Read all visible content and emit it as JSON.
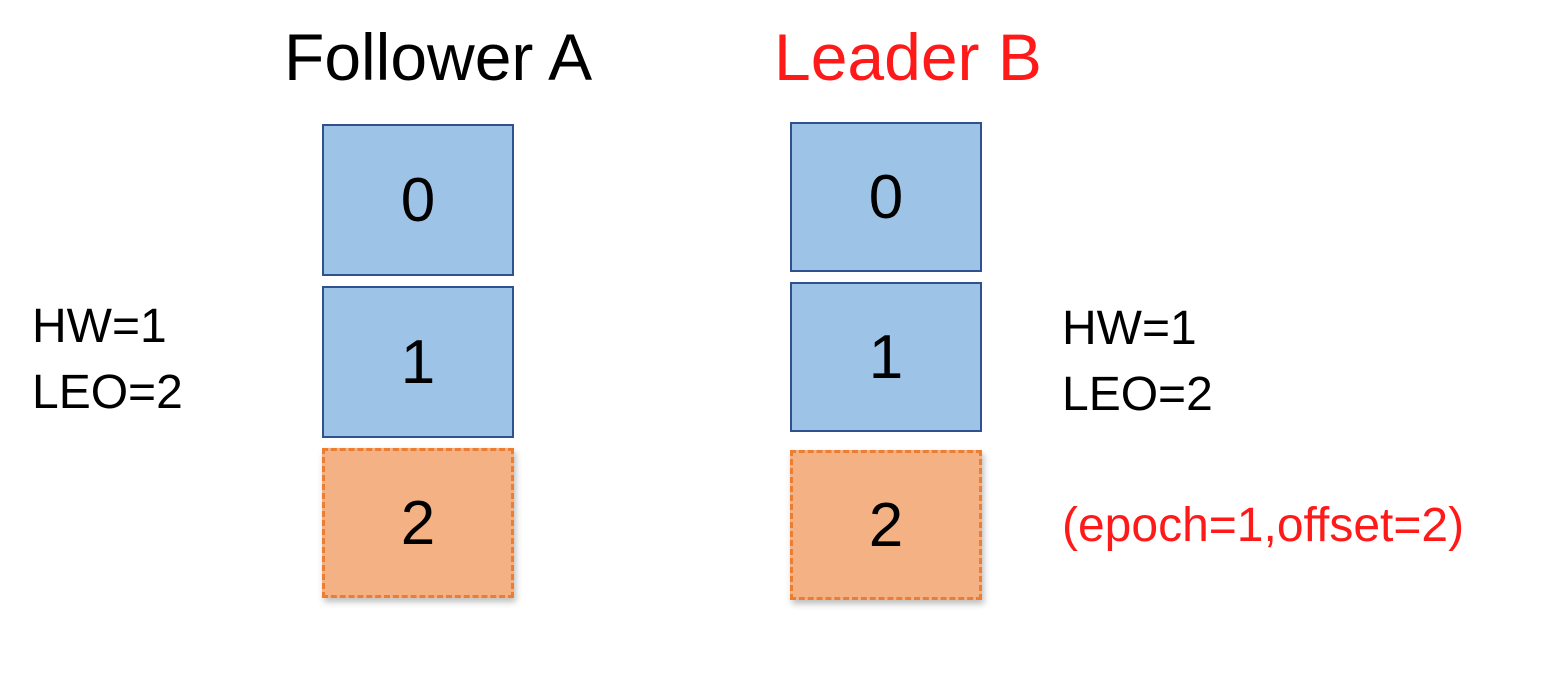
{
  "follower": {
    "title": "Follower A",
    "hw": "HW=1",
    "leo": "LEO=2",
    "entries": [
      "0",
      "1",
      "2"
    ]
  },
  "leader": {
    "title": "Leader B",
    "hw": "HW=1",
    "leo": "LEO=2",
    "entries": [
      "0",
      "1",
      "2"
    ],
    "note": "(epoch=1,offset=2)"
  },
  "colors": {
    "committed_fill": "#9dc3e6",
    "committed_border": "#2f528f",
    "uncommitted_fill": "#f4b183",
    "uncommitted_border": "#ed7d31",
    "leader_title": "#ff1a1a",
    "note": "#ff1a1a"
  }
}
